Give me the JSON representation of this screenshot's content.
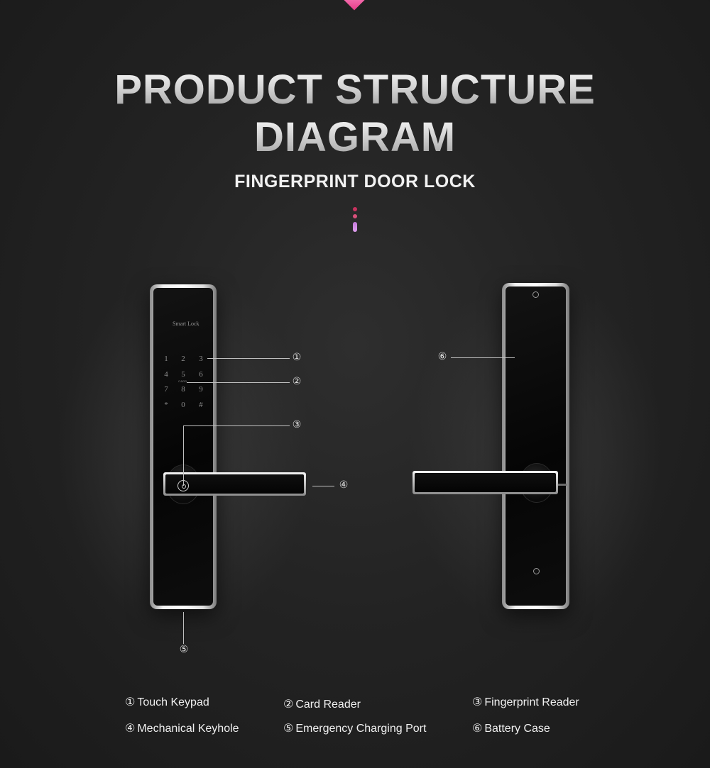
{
  "header": {
    "title_line1": "PRODUCT STRUCTURE",
    "title_line2": "DIAGRAM",
    "subtitle": "FINGERPRINT DOOR LOCK"
  },
  "front_lock": {
    "brand_text": "Smart Lock",
    "keypad": [
      "1",
      "2",
      "3",
      "4",
      "5",
      "6",
      "7",
      "8",
      "9",
      "*",
      "0",
      "#"
    ],
    "card_label": "CARD"
  },
  "callouts": {
    "c1": "①",
    "c2": "②",
    "c3": "③",
    "c4": "④",
    "c5": "⑤",
    "c6": "⑥"
  },
  "legend": [
    {
      "num": "①",
      "label": "Touch Keypad"
    },
    {
      "num": "②",
      "label": "Card Reader"
    },
    {
      "num": "③",
      "label": "Fingerprint Reader"
    },
    {
      "num": "④",
      "label": "Mechanical Keyhole"
    },
    {
      "num": "⑤",
      "label": "Emergency Charging Port"
    },
    {
      "num": "⑥",
      "label": "Battery Case"
    }
  ],
  "colors": {
    "background": "#232323",
    "accent_pink": "#e83c88",
    "accent_purple": "#d090e8"
  }
}
